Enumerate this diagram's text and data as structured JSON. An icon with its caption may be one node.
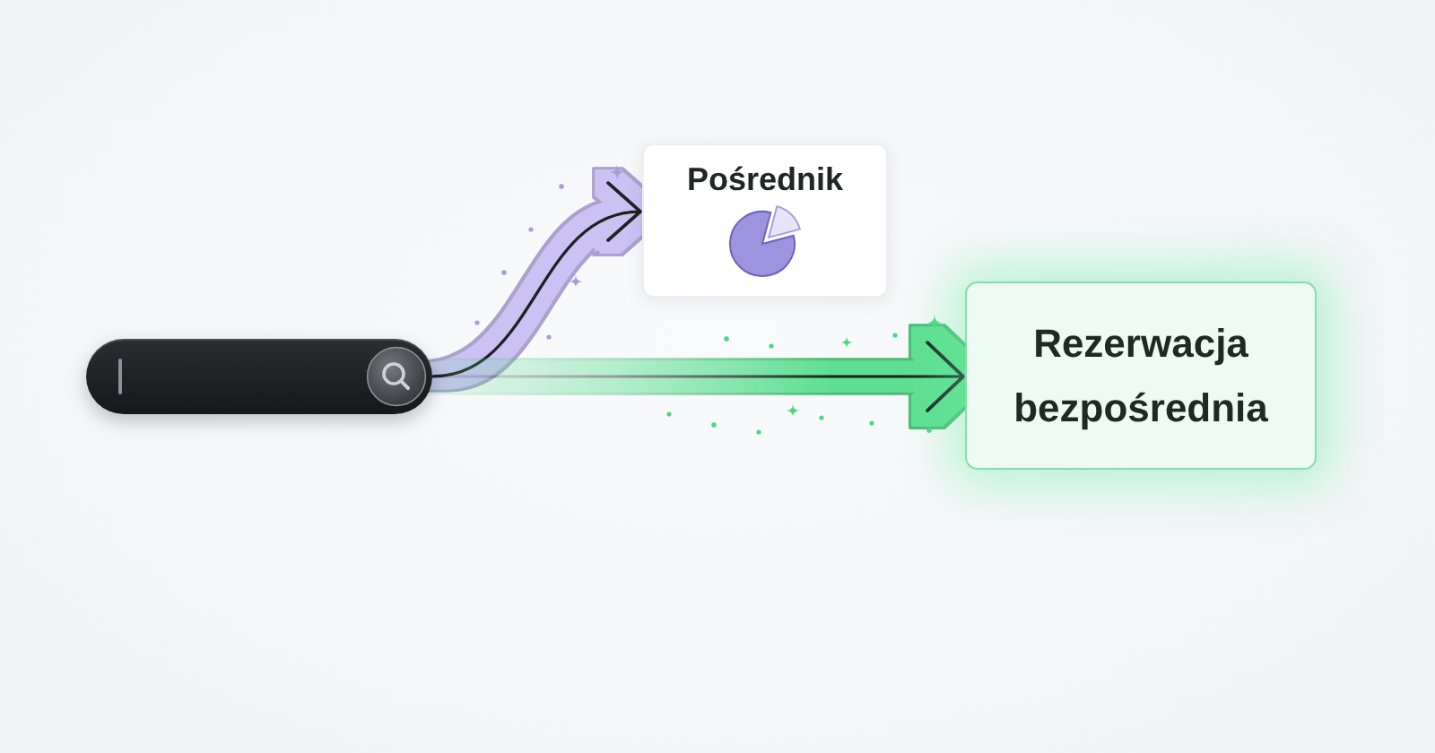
{
  "diagram": {
    "nodes": [
      {
        "text": [],
        "shape": "bar"
      },
      {
        "text": [
          "Pośrednik"
        ]
      },
      {
        "text": [
          "Rezerwacja bezpośrednia"
        ]
      }
    ],
    "edges": [
      {
        "from": 0,
        "to": 1,
        "arrow": "to",
        "color": "#cbc2f3"
      },
      {
        "from": 0,
        "to": 2,
        "arrow": "to",
        "color": "#5fdf92"
      }
    ]
  }
}
